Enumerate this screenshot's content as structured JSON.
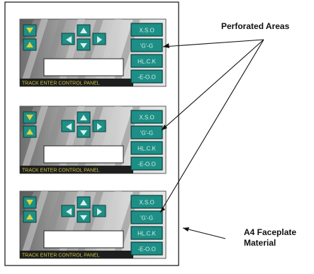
{
  "labels": {
    "perforated_areas": "Perforated Areas",
    "a4_line1": "A4 Faceplate",
    "a4_line2": "Material"
  },
  "faceplate": {
    "count": 3,
    "side_buttons": [
      "X.S.O",
      "'G'-G",
      "HL.C.K",
      "-E-O.O"
    ],
    "footer_strip": "TRACK ENTER CONTROL PANEL"
  },
  "colors": {
    "button_fill": "#1d8f86",
    "button_dark": "#0b3f3b",
    "arrow_light": "#d8f0ea",
    "yellow_arrow": "#d9d23a",
    "panel_bg": "#b8b8b8",
    "footer_dark": "#1e1e1e",
    "footer_text": "#c8c040"
  },
  "icons": [
    "up-arrow-icon",
    "down-arrow-icon",
    "left-arrow-icon",
    "right-arrow-icon",
    "yellow-up-arrow-icon",
    "yellow-down-arrow-icon"
  ]
}
